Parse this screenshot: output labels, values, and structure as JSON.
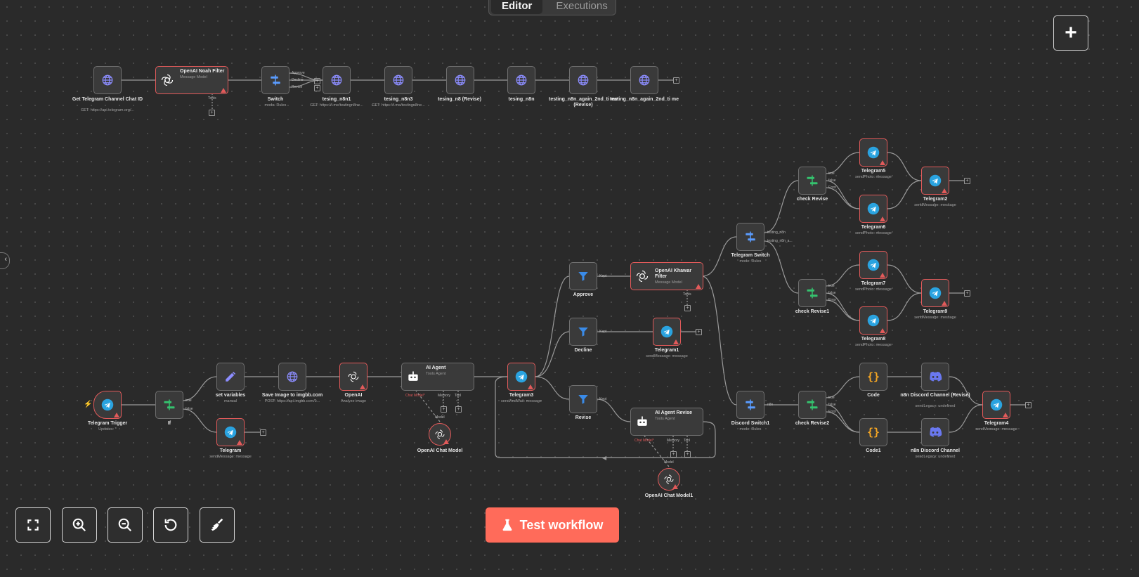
{
  "tabs": [
    {
      "label": "Editor",
      "active": true
    },
    {
      "label": "Executions",
      "active": false
    }
  ],
  "add_node_label": "+",
  "test_button_label": "Test workflow",
  "controls": [
    {
      "name": "zoom-to-fit",
      "icon": "fullscreen-icon"
    },
    {
      "name": "zoom-in",
      "icon": "zoom-in-icon"
    },
    {
      "name": "zoom-out",
      "icon": "zoom-out-icon"
    },
    {
      "name": "reset-zoom",
      "icon": "reset-icon"
    },
    {
      "name": "tidy-up",
      "icon": "broom-icon"
    }
  ],
  "colors": {
    "background": "#2a2a2a",
    "node_bg": "#3a3a3a",
    "node_border": "#6f6f6f",
    "warning": "#e25a5a",
    "primary_button": "#ff6b5a",
    "http_icon": "#8c8dff",
    "switch_icon": "#5a9cff",
    "if_icon": "#35c26e",
    "telegram_icon": "#2aa3e0",
    "filter_icon": "#3a8be8",
    "code_icon": "#f5a623",
    "discord_icon": "#6a78f0"
  },
  "nodes": [
    {
      "id": "get_chat_id",
      "label": "Get Telegram Channel Chat ID",
      "sub": "GET: https://api.telegram.org/...",
      "icon": "globe-icon"
    },
    {
      "id": "openai_noah",
      "label": "OpenAI Noah Filter",
      "sub": "Message Model",
      "icon": "openai-icon",
      "warn": true
    },
    {
      "id": "switch",
      "label": "Switch",
      "sub": "mode: Rules",
      "icon": "switch-icon"
    },
    {
      "id": "tesing_n8n1",
      "label": "tesing_n8n1",
      "sub": "GET: https://t.me/testingn8ne...",
      "icon": "globe-icon"
    },
    {
      "id": "tesing_n8n3",
      "label": "tesing_n8n3",
      "sub": "GET: https://t.me/testingn8ne...",
      "icon": "globe-icon"
    },
    {
      "id": "tesing_n8_revise",
      "label": "tesing_n8 (Revise)",
      "sub": "",
      "icon": "globe-icon"
    },
    {
      "id": "tesing_n8n",
      "label": "tesing_n8n",
      "sub": "",
      "icon": "globe-icon"
    },
    {
      "id": "again_revise",
      "label": "testing_n8n_again_2nd_ti me (Revise)",
      "sub": "",
      "icon": "globe-icon"
    },
    {
      "id": "again",
      "label": "testing_n8n_again_2nd_ti me",
      "sub": "",
      "icon": "globe-icon"
    },
    {
      "id": "telegram_trigger",
      "label": "Telegram Trigger",
      "sub": "Updates: *",
      "icon": "telegram-icon",
      "warn": true
    },
    {
      "id": "if",
      "label": "If",
      "sub": "",
      "icon": "if-icon"
    },
    {
      "id": "set_variables",
      "label": "set variables",
      "sub": "manual",
      "icon": "pencil-icon"
    },
    {
      "id": "telegram",
      "label": "Telegram",
      "sub": "sendMessage: message",
      "icon": "telegram-icon",
      "warn": true
    },
    {
      "id": "save_image",
      "label": "Save Image to imgbb.com",
      "sub": "POST: https://api.imgbb.com/1...",
      "icon": "globe-icon"
    },
    {
      "id": "openai",
      "label": "OpenAI",
      "sub": "Analyze image",
      "icon": "openai-icon",
      "warn": true
    },
    {
      "id": "ai_agent",
      "label": "AI Agent",
      "sub": "Tools Agent",
      "icon": "robot-icon"
    },
    {
      "id": "chat_model",
      "label": "OpenAI Chat Model",
      "sub": "",
      "icon": "openai-icon",
      "warn": true
    },
    {
      "id": "telegram3",
      "label": "Telegram3",
      "sub": "sendAndWait: message",
      "icon": "telegram-icon",
      "warn": true
    },
    {
      "id": "approve",
      "label": "Approve",
      "sub": "",
      "icon": "filter-icon"
    },
    {
      "id": "decline",
      "label": "Decline",
      "sub": "",
      "icon": "filter-icon"
    },
    {
      "id": "revise",
      "label": "Revise",
      "sub": "",
      "icon": "filter-icon"
    },
    {
      "id": "openai_khawar",
      "label": "OpenAI Khawar Filter",
      "sub": "Message Model",
      "icon": "openai-icon",
      "warn": true
    },
    {
      "id": "telegram1",
      "label": "Telegram1",
      "sub": "sendMessage: message",
      "icon": "telegram-icon",
      "warn": true
    },
    {
      "id": "ai_agent_revise",
      "label": "AI Agent Revise",
      "sub": "Tools Agent",
      "icon": "robot-icon"
    },
    {
      "id": "chat_model1",
      "label": "OpenAI Chat Model1",
      "sub": "",
      "icon": "openai-icon",
      "warn": true
    },
    {
      "id": "telegram_switch",
      "label": "Telegram Switch",
      "sub": "mode: Rules",
      "icon": "switch-icon"
    },
    {
      "id": "check_revise",
      "label": "check Revise",
      "sub": "",
      "icon": "if-icon"
    },
    {
      "id": "check_revise1",
      "label": "check Revise1",
      "sub": "",
      "icon": "if-icon"
    },
    {
      "id": "telegram5",
      "label": "Telegram5",
      "sub": "sendPhoto: message",
      "icon": "telegram-icon",
      "warn": true
    },
    {
      "id": "telegram6",
      "label": "Telegram6",
      "sub": "sendPhoto: message",
      "icon": "telegram-icon",
      "warn": true
    },
    {
      "id": "telegram7",
      "label": "Telegram7",
      "sub": "sendPhoto: message",
      "icon": "telegram-icon",
      "warn": true
    },
    {
      "id": "telegram8",
      "label": "Telegram8",
      "sub": "sendPhoto: message",
      "icon": "telegram-icon",
      "warn": true
    },
    {
      "id": "telegram2",
      "label": "Telegram2",
      "sub": "sendMessage: message",
      "icon": "telegram-icon",
      "warn": true
    },
    {
      "id": "telegram9",
      "label": "Telegram9",
      "sub": "sendMessage: message",
      "icon": "telegram-icon",
      "warn": true
    },
    {
      "id": "discord_switch1",
      "label": "Discord Switch1",
      "sub": "mode: Rules",
      "icon": "switch-icon"
    },
    {
      "id": "check_revise2",
      "label": "check Revise2",
      "sub": "",
      "icon": "if-icon"
    },
    {
      "id": "code",
      "label": "Code",
      "sub": "",
      "icon": "code-icon"
    },
    {
      "id": "code1",
      "label": "Code1",
      "sub": "",
      "icon": "code-icon"
    },
    {
      "id": "discord_revise",
      "label": "n8n Discord Channel (Revise)",
      "sub": "sendLegacy: undefined",
      "icon": "discord-icon"
    },
    {
      "id": "discord",
      "label": "n8n Discord Channel",
      "sub": "sendLegacy: undefined",
      "icon": "discord-icon"
    },
    {
      "id": "telegram4",
      "label": "Telegram4",
      "sub": "sendMessage: message",
      "icon": "telegram-icon",
      "warn": true
    }
  ],
  "handle_labels": {
    "switch_outputs": [
      "Approve",
      "Decline",
      "Revise"
    ],
    "tools": "Tools",
    "true": "true",
    "false": "false",
    "error": "Error",
    "kept": "Kept",
    "chat_model": "Chat Model*",
    "memory": "Memory",
    "tool": "Tool",
    "model": "Model",
    "telegram_switch_outputs": [
      "testing_n8n",
      "testing_n8n_a..."
    ],
    "discord_switch_output": "n8n"
  }
}
